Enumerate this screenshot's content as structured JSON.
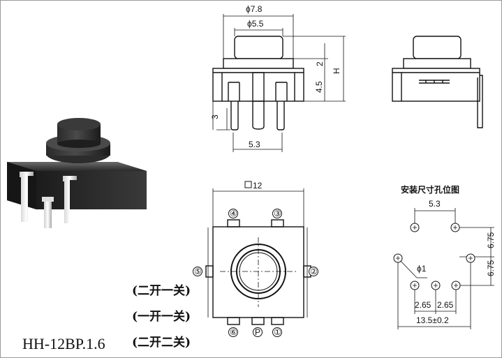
{
  "dimensions": {
    "outer_diameter": "ϕ7.8",
    "inner_diameter": "ϕ5.5",
    "cap_height": "2",
    "body_height": "4.5",
    "total_height": "H",
    "pin_length": "3",
    "pin_spacing_front": "5.3",
    "body_square": "12"
  },
  "pin_labels": [
    "④",
    "③",
    "⑤",
    "②",
    "⑥",
    "P",
    "①"
  ],
  "hole_layout": {
    "title": "安装尺寸孔位图",
    "top_spacing": "5.3",
    "vertical_1": "6.75",
    "vertical_2": "6.75",
    "hole_diameter": "ϕ1",
    "bottom_left": "2.65",
    "bottom_right": "2.65",
    "overall": "13.5±0.2"
  },
  "modes": [
    "(二开一关)",
    "(一开一关)",
    "(二开二关)"
  ],
  "model": "HH-12BP.1.6"
}
